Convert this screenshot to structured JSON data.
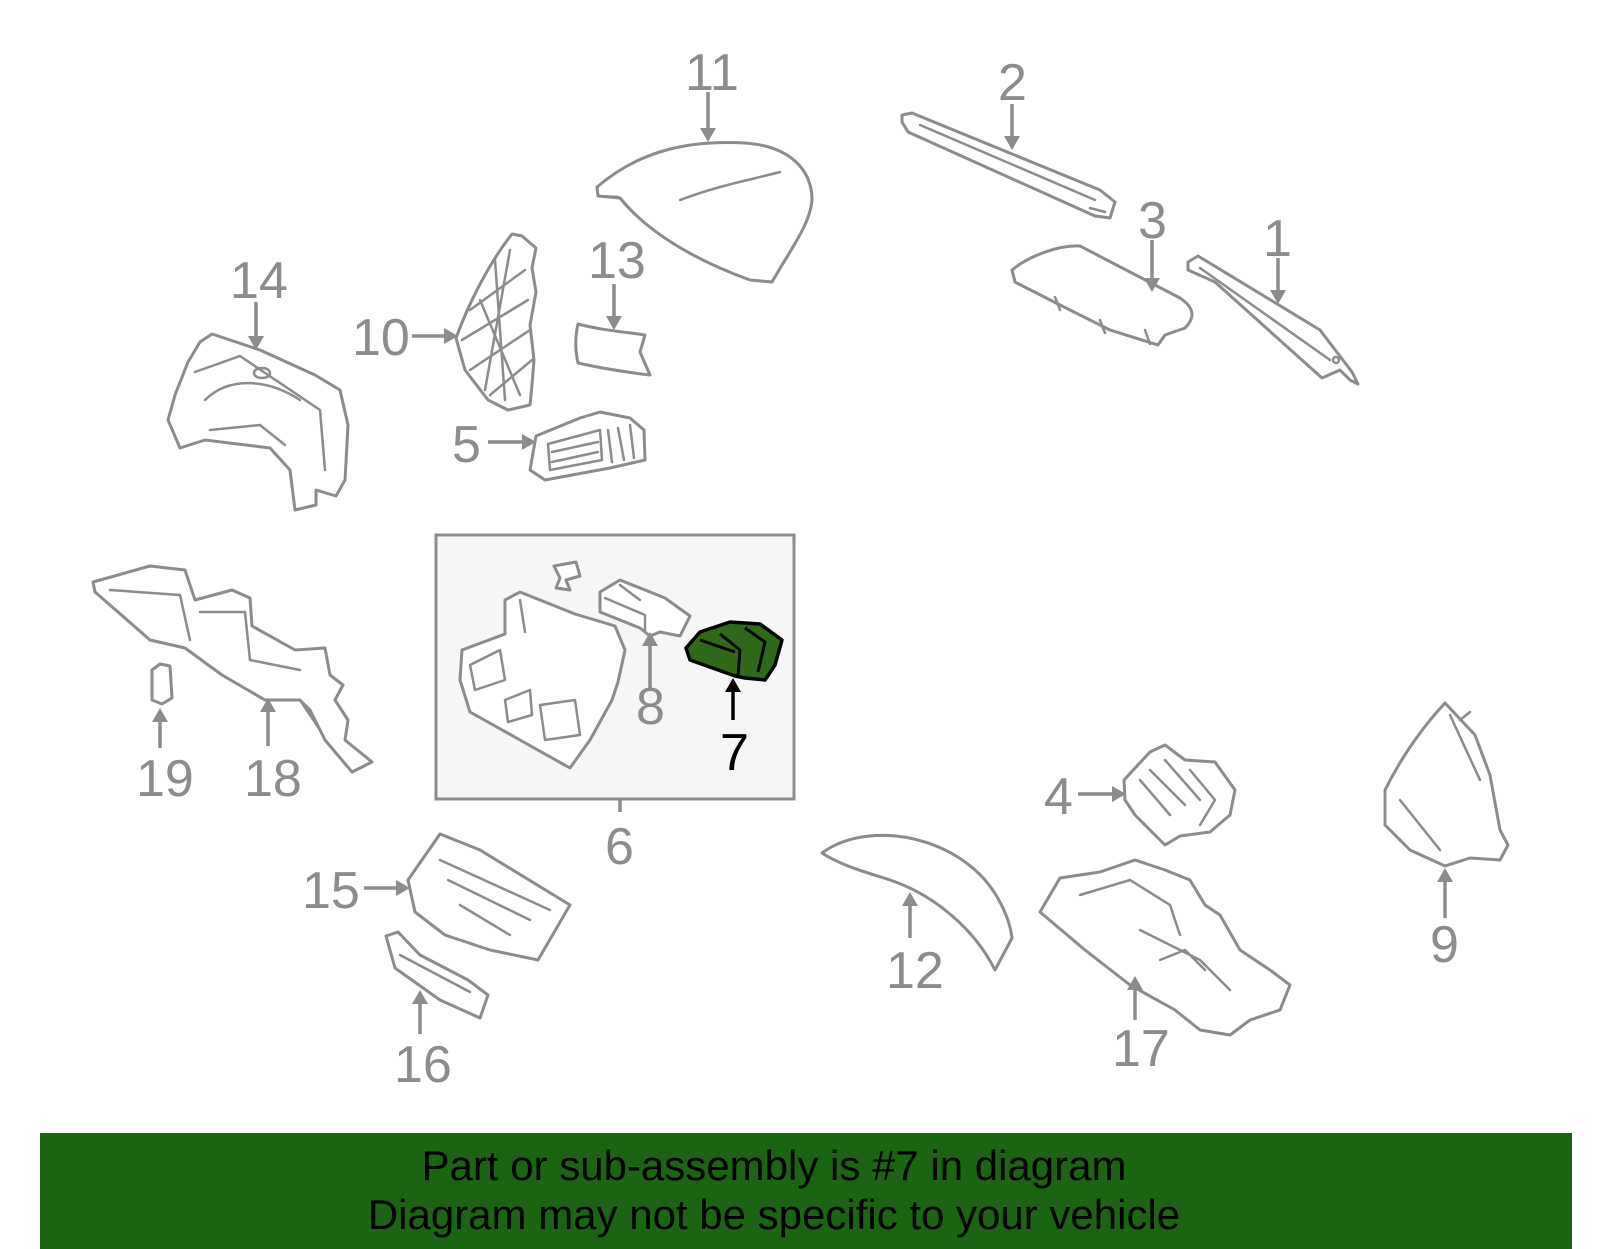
{
  "diagram": {
    "callouts": {
      "c1": "1",
      "c2": "2",
      "c3": "3",
      "c4": "4",
      "c5": "5",
      "c6": "6",
      "c7": "7",
      "c8": "8",
      "c9": "9",
      "c10": "10",
      "c11": "11",
      "c12": "12",
      "c13": "13",
      "c14": "14",
      "c15": "15",
      "c16": "16",
      "c17": "17",
      "c18": "18",
      "c19": "19"
    },
    "highlighted_part": "7",
    "colors": {
      "outline": "#8c8c8c",
      "highlight_fill": "#2f6b16",
      "banner_bg": "#1b6412",
      "inset_bg": "#f6f6f6"
    }
  },
  "banner": {
    "line1": "Part or sub-assembly is #7 in diagram",
    "line2": "Diagram may not be specific to your vehicle"
  }
}
